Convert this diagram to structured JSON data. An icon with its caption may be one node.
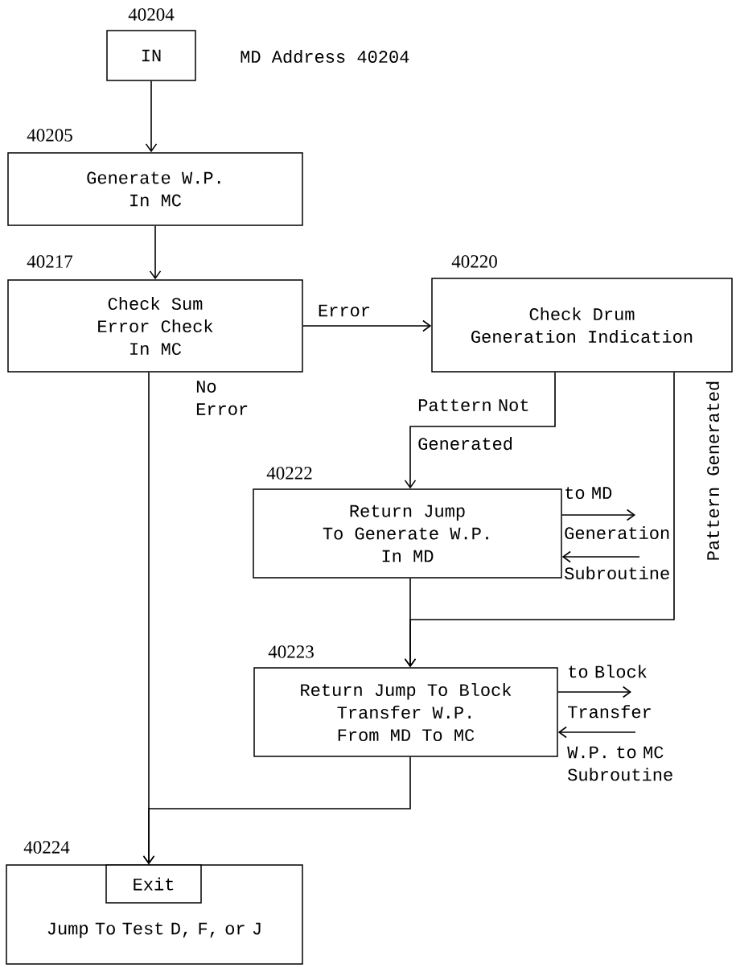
{
  "diagram": {
    "nodes": [
      {
        "text": [
          "IN"
        ],
        "beside": [
          "40204"
        ]
      },
      {
        "text": [
          "Generate W.P.",
          "In MC"
        ],
        "beside": [
          "40205"
        ]
      },
      {
        "text": [
          "Check Sum",
          "Error Check",
          "In MC"
        ],
        "beside": [
          "40217"
        ]
      },
      {
        "text": [
          "Check Drum",
          "Generation Indication"
        ],
        "beside": [
          "40220"
        ]
      },
      {
        "text": [
          "Return Jump",
          "To Generate W.P.",
          "In MD"
        ],
        "beside": [
          "40222"
        ]
      },
      {
        "text": [
          "Return Jump To Block",
          "Transfer W.P.",
          "From MD To MC"
        ],
        "beside": [
          "40223"
        ]
      },
      {
        "text": [
          "Jump To Test D, F, or J"
        ],
        "beside": [
          "40224"
        ]
      },
      {
        "text": [
          "Exit"
        ],
        "in": 6
      },
      {
        "text": [
          "to MD",
          "Generation",
          "Subroutine"
        ]
      },
      {
        "text": [
          "to Block",
          "Transfer",
          "W.P. to MC Subroutine"
        ]
      }
    ],
    "edges": [
      {
        "from": 0,
        "to": 1,
        "arrow": "to"
      },
      {
        "from": 1,
        "to": 2,
        "arrow": "to"
      },
      {
        "from": 2,
        "to": 3,
        "arrow": "to",
        "label": "Error"
      },
      {
        "from": 2,
        "to": 6,
        "arrow": "to",
        "label": "No Error"
      },
      {
        "from": 3,
        "to": 4,
        "arrow": "to",
        "label": "Pattern Not Generated"
      },
      {
        "from": 3,
        "to": 5,
        "arrow": "to",
        "label": "Pattern Generated"
      },
      {
        "from": 4,
        "to": 5,
        "arrow": "to"
      },
      {
        "from": 5,
        "to": 6,
        "arrow": "to"
      },
      {
        "from": 4,
        "to": 8,
        "arrow": "to"
      },
      {
        "from": 8,
        "to": 4,
        "arrow": "to"
      },
      {
        "from": 5,
        "to": 9,
        "arrow": "to"
      },
      {
        "from": 9,
        "to": 5,
        "arrow": "to"
      }
    ],
    "labels": [
      "MD Address 40204"
    ]
  }
}
